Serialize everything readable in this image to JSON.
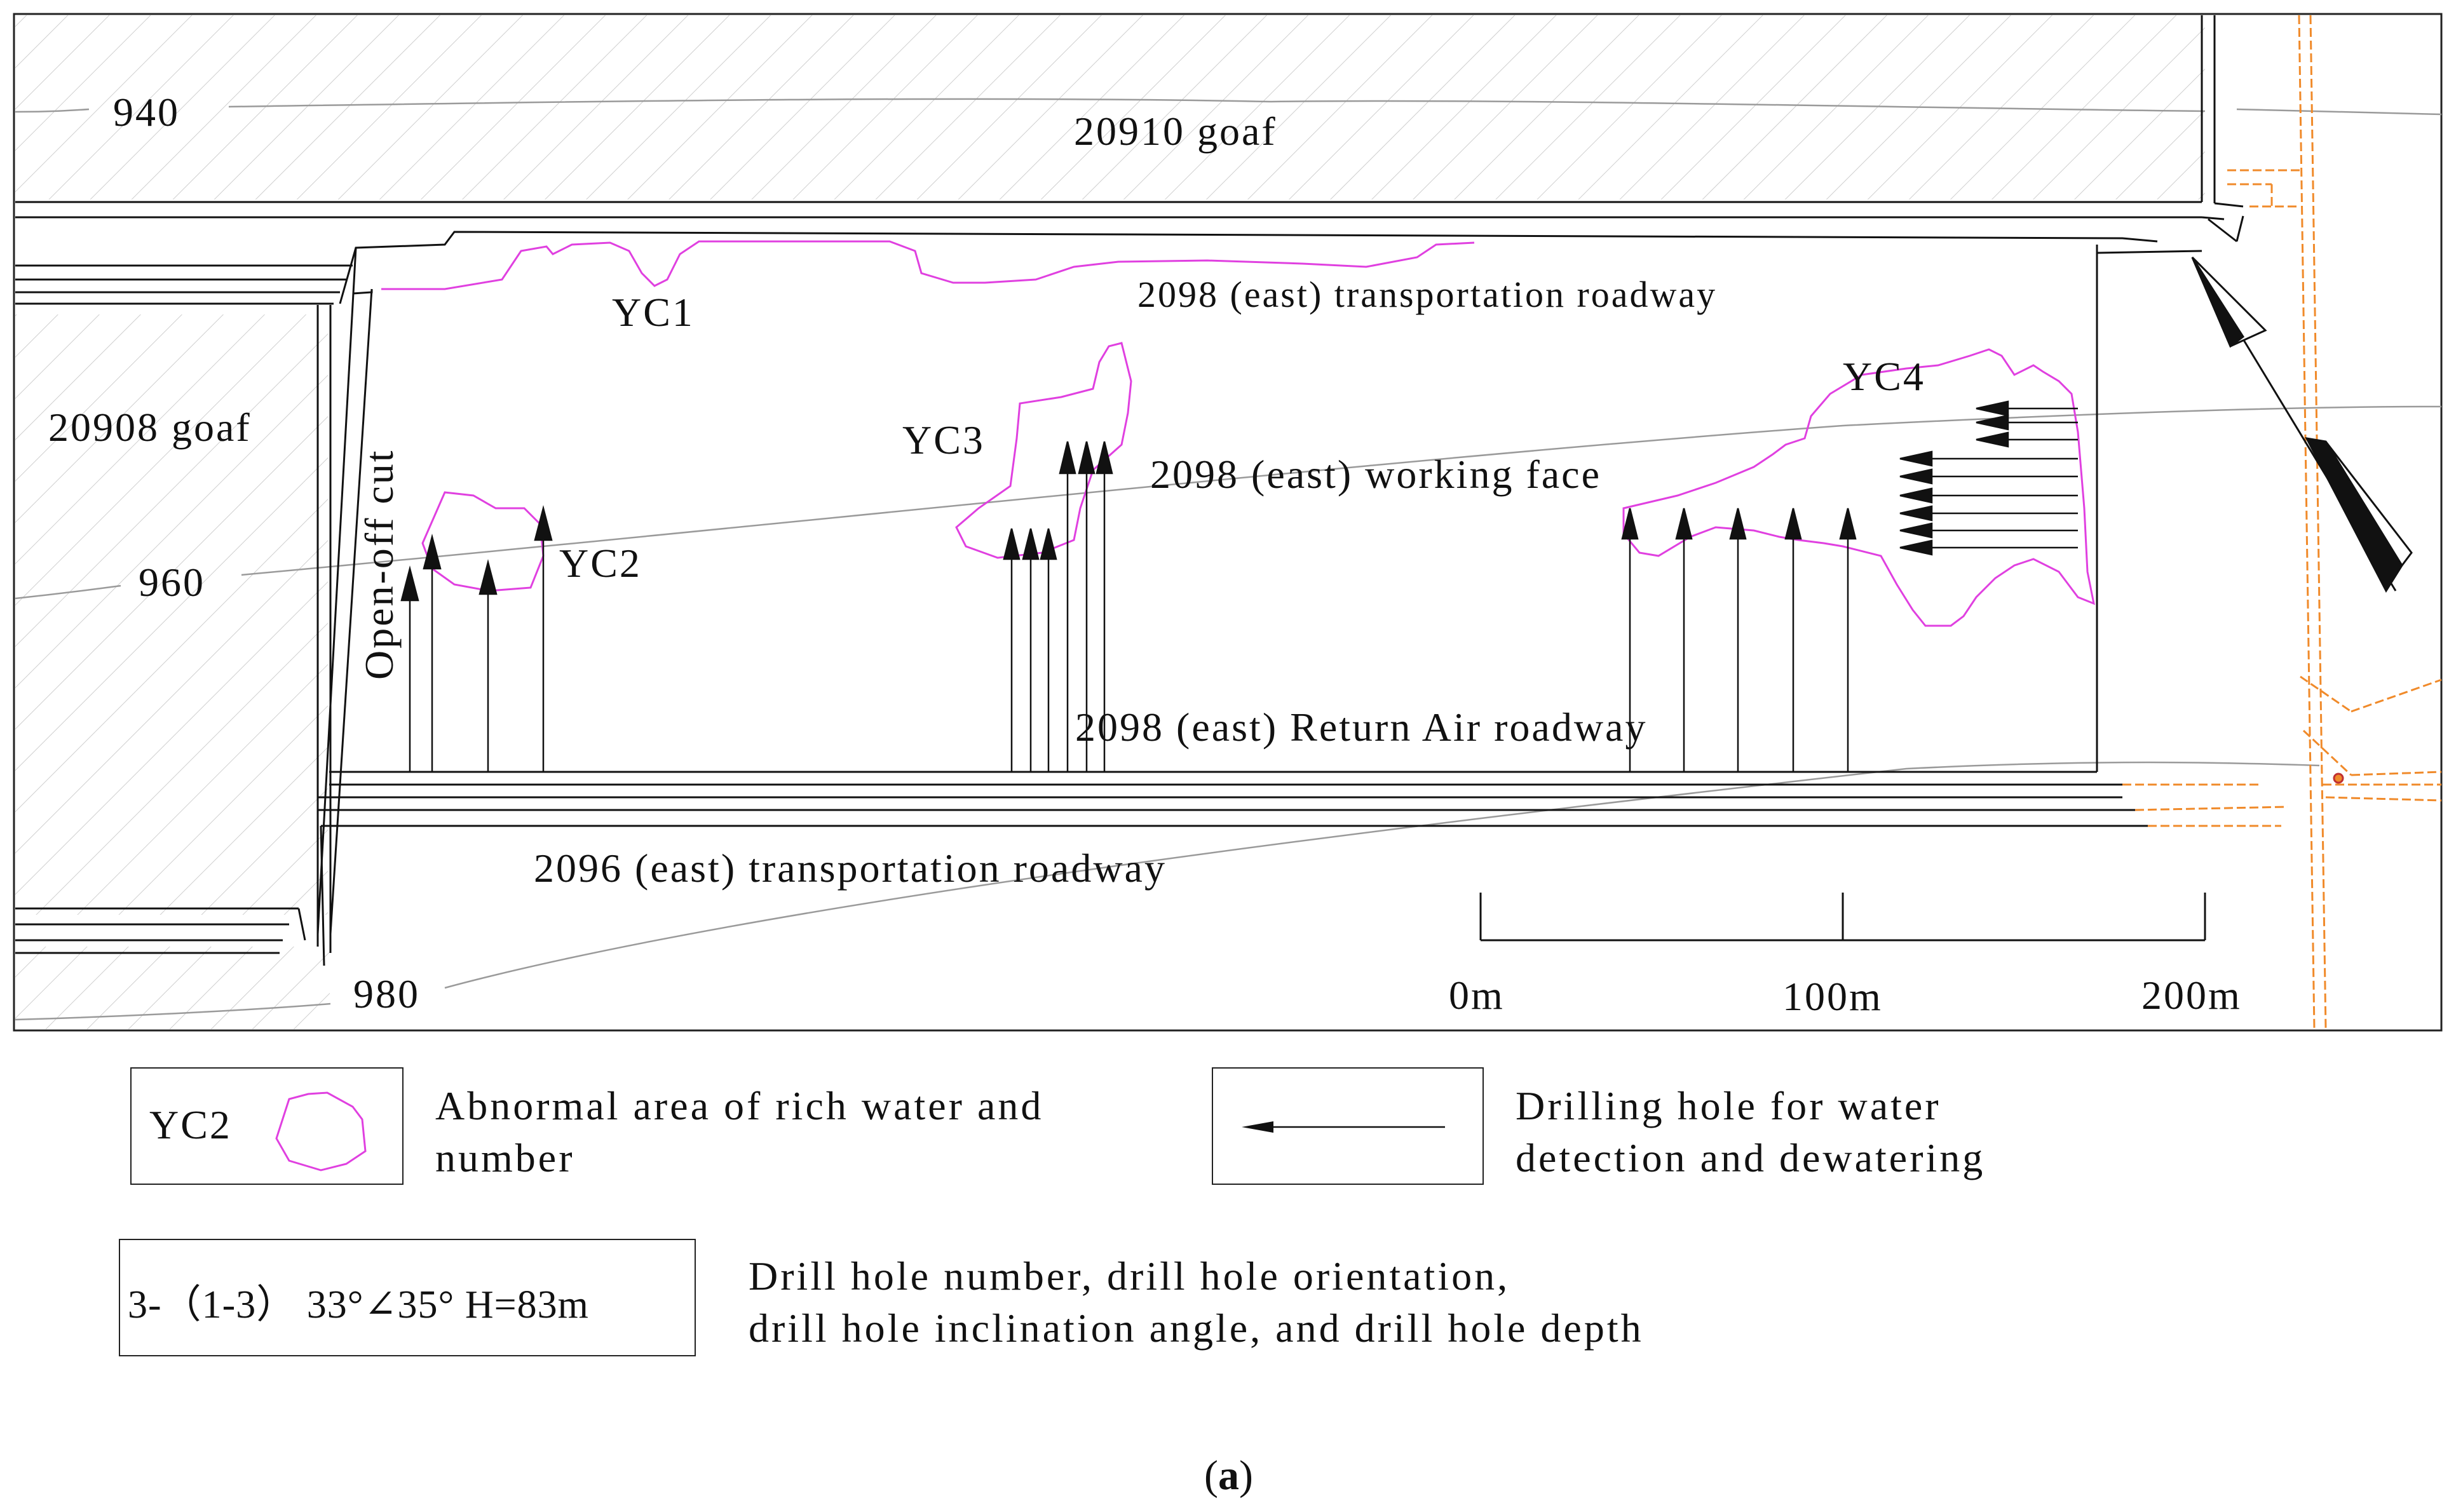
{
  "map": {
    "labels": {
      "goaf_top": "20910 goaf",
      "goaf_left": "20908 goaf",
      "transport_roadway_2098": "2098 (east) transportation roadway",
      "working_face": "2098 (east)  working face",
      "return_air": "2098 (east) Return Air roadway",
      "transport_roadway_2096": "2096 (east) transportation roadway",
      "open_off_cut": "Open-off cut"
    },
    "contours": [
      "940",
      "960",
      "980"
    ],
    "zones": [
      "YC1",
      "YC2",
      "YC3",
      "YC4"
    ],
    "scale": {
      "ticks": [
        "0m",
        "100m",
        "200m"
      ]
    }
  },
  "legend": {
    "zone_sample": "YC2",
    "zone_desc_line1": "Abnormal area of rich water and",
    "zone_desc_line2": "number",
    "drill_desc_line1": "Drilling hole for water",
    "drill_desc_line2": "detection and dewatering",
    "hole_code": "3-（1-3） 33°∠35° H=83m",
    "hole_desc_line1": "Drill hole number, drill hole orientation,",
    "hole_desc_line2": "drill hole inclination angle, and drill hole depth"
  },
  "caption": {
    "prefix": "(",
    "letter": "a",
    "suffix": ")"
  },
  "colors": {
    "anomaly": "#e040e0",
    "boundary": "#f08a2a",
    "line": "#111111",
    "hatch": "#cccccc",
    "contour": "#9a9a9a"
  }
}
